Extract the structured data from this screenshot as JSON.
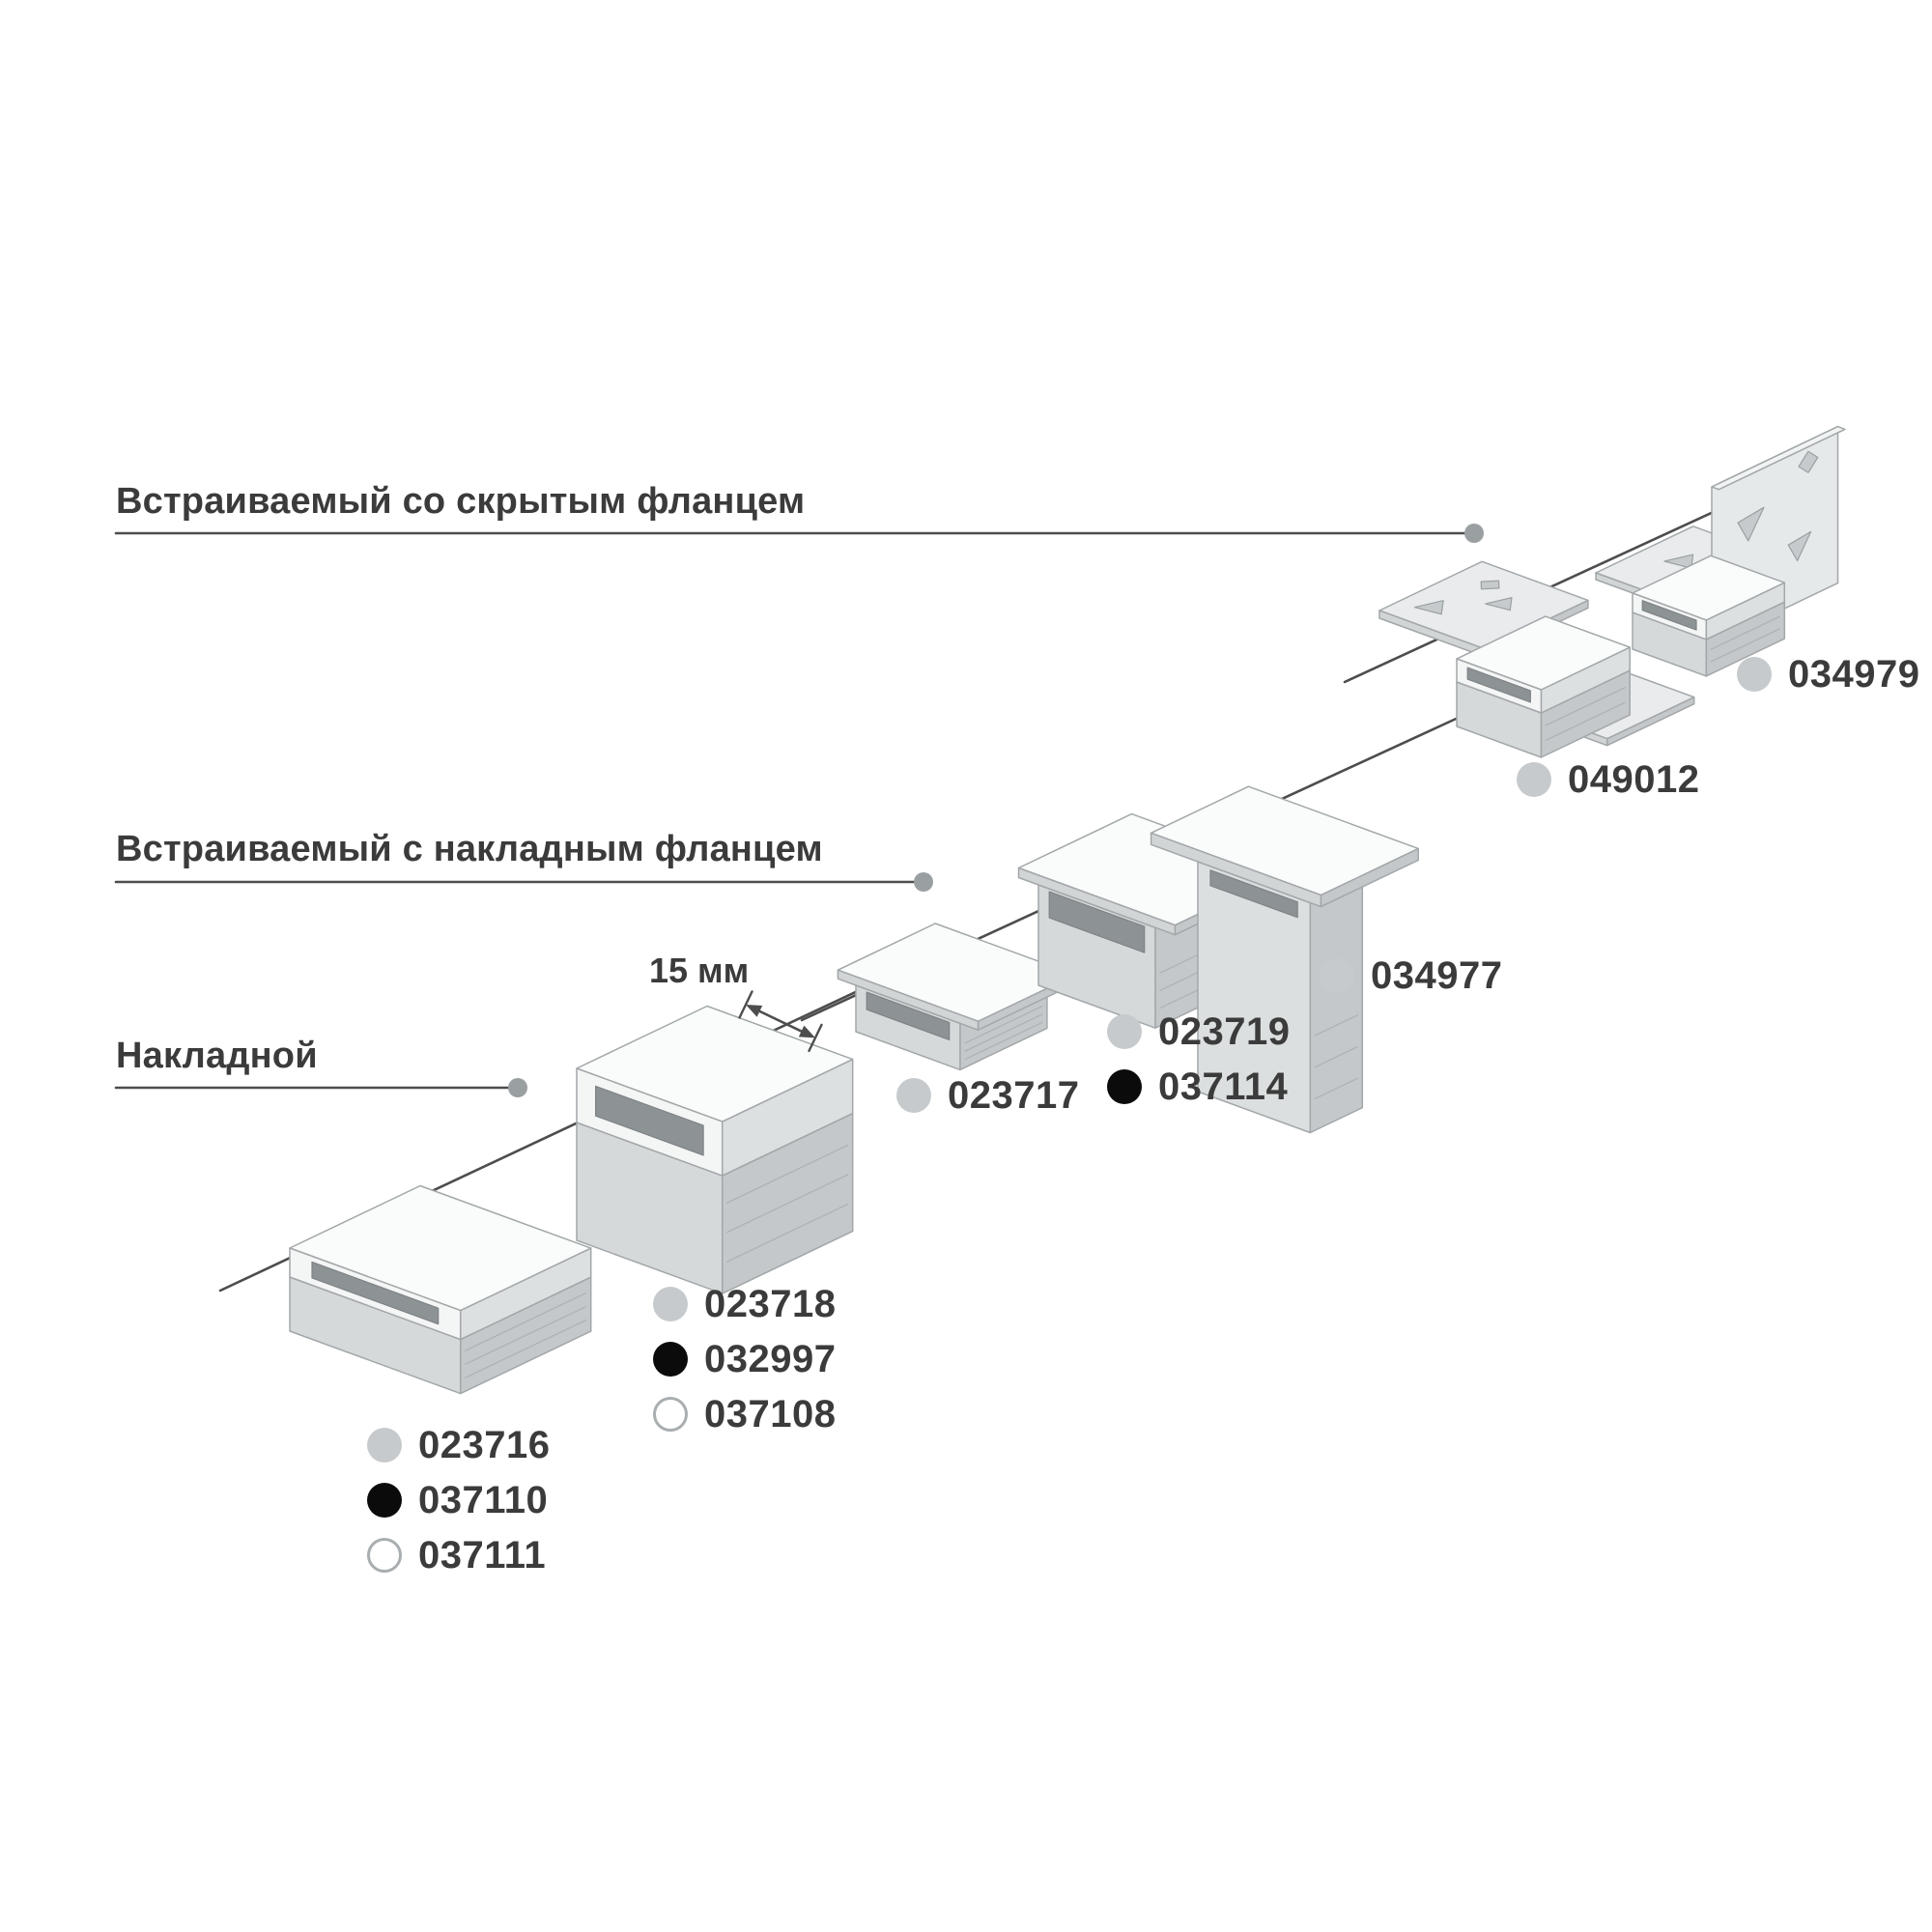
{
  "colors": {
    "background": "#ffffff",
    "text": "#3b3b3b",
    "line": "#4d4d4d",
    "leader_dot": "#9aa0a2",
    "dot_gray": "#c6cacc",
    "dot_black": "#0b0b0b",
    "dot_white": "#ffffff",
    "metal_light": "#eef0f0",
    "metal_mid": "#d6d9da",
    "metal_dark": "#c5c8ca"
  },
  "labels": {
    "hidden_flange": "Встраиваемый со скрытым фланцем",
    "surface_flange": "Встраиваемый с накладным фланцем",
    "surface": "Накладной",
    "dimension": "15 мм"
  },
  "product_groups": [
    {
      "profile": "surface-wide",
      "codes": [
        {
          "code": "023716",
          "dot": "gray"
        },
        {
          "code": "037110",
          "dot": "black"
        },
        {
          "code": "037111",
          "dot": "white"
        }
      ]
    },
    {
      "profile": "surface-tall",
      "codes": [
        {
          "code": "023718",
          "dot": "gray"
        },
        {
          "code": "032997",
          "dot": "black"
        },
        {
          "code": "037108",
          "dot": "white"
        }
      ]
    },
    {
      "profile": "recessed-flange-small",
      "codes": [
        {
          "code": "023717",
          "dot": "gray"
        }
      ]
    },
    {
      "profile": "recessed-flange-medium",
      "codes": [
        {
          "code": "023719",
          "dot": "gray"
        },
        {
          "code": "037114",
          "dot": "black"
        }
      ]
    },
    {
      "profile": "recessed-flange-deep",
      "codes": [
        {
          "code": "034977",
          "dot": "gray"
        }
      ]
    },
    {
      "profile": "hidden-flange-straight",
      "codes": [
        {
          "code": "049012",
          "dot": "gray"
        }
      ]
    },
    {
      "profile": "hidden-flange-corner",
      "codes": [
        {
          "code": "034979",
          "dot": "gray"
        }
      ]
    }
  ]
}
